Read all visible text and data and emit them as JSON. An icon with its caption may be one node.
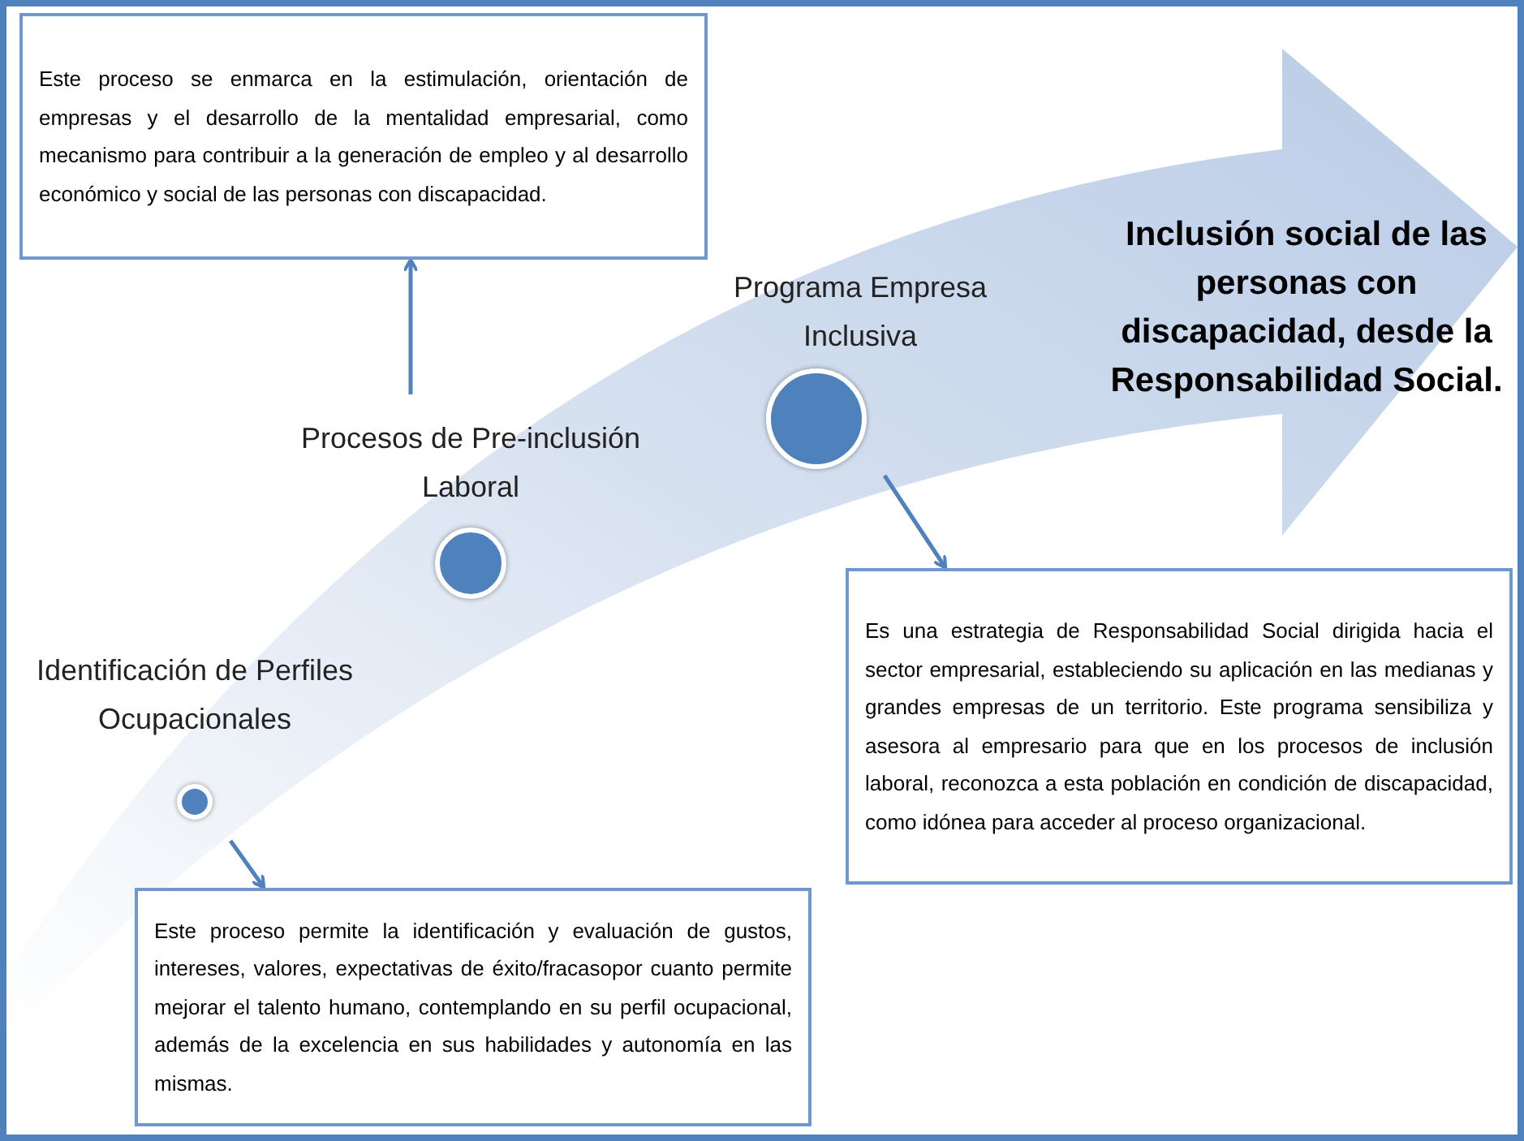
{
  "diagram": {
    "title": "Inclusión social de las personas con discapacidad, desde la Responsabilidad Social.",
    "nodes": [
      {
        "text": [
          "Identificación de Perfiles Ocupacionales"
        ]
      },
      {
        "text": [
          "Procesos de Pre-inclusión Laboral"
        ]
      },
      {
        "text": [
          "Programa Empresa Inclusiva"
        ]
      },
      {
        "text": [
          "Este proceso se enmarca en la estimulación, orientación de empresas y el desarrollo de la mentalidad empresarial, como mecanismo para contribuir a la generación de empleo y al desarrollo económico y social de las personas con discapacidad."
        ]
      },
      {
        "text": [
          "Es una estrategia de Responsabilidad Social dirigida hacia el sector empresarial, estableciendo su aplicación en las medianas y grandes empresas de un territorio. Este programa sensibiliza y asesora al empresario para que en los procesos de inclusión laboral, reconozca a esta población en condición de discapacidad, como idónea para acceder al proceso organizacional."
        ]
      },
      {
        "text": [
          "Este proceso permite la identificación y evaluación de gustos, intereses, valores, expectativas de éxito/fracasopor cuanto permite mejorar el talento humano, contemplando en su perfil ocupacional, además de la excelencia en sus habilidades y autonomía en las mismas."
        ]
      }
    ],
    "edges": [
      {
        "from": 0,
        "to": 5,
        "arrow": "to"
      },
      {
        "from": 1,
        "to": 3,
        "arrow": "to"
      },
      {
        "from": 2,
        "to": 4,
        "arrow": "to"
      }
    ]
  }
}
